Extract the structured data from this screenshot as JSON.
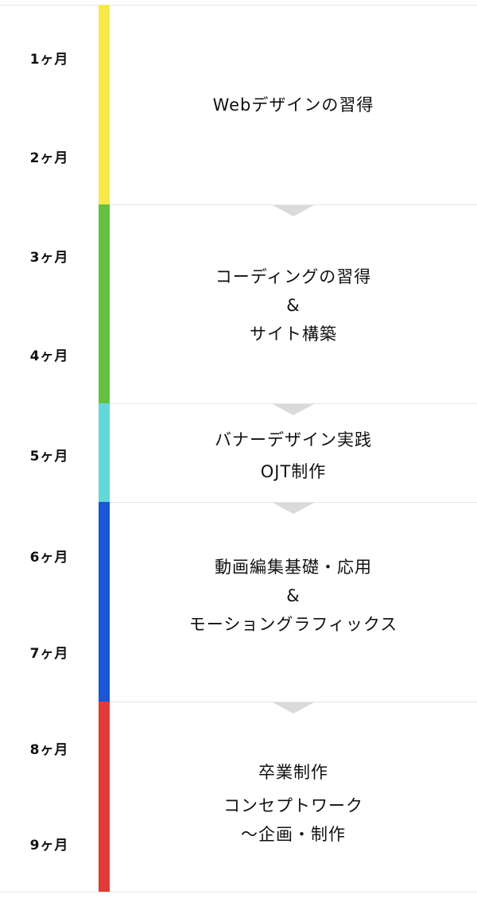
{
  "months": [
    "1ヶ月",
    "2ヶ月",
    "3ヶ月",
    "4ヶ月",
    "5ヶ月",
    "6ヶ月",
    "7ヶ月",
    "8ヶ月",
    "9ヶ月"
  ],
  "phases": [
    {
      "color": "#f7e94a",
      "lines": [
        "Webデザインの習得"
      ]
    },
    {
      "color": "#62c23f",
      "lines": [
        "コーディングの習得",
        "&",
        "サイト構築"
      ]
    },
    {
      "color": "#62d8d8",
      "lines": [
        "バナーデザイン実践",
        "OJT制作"
      ]
    },
    {
      "color": "#1b55d8",
      "lines": [
        "動画編集基礎・応用",
        "&",
        "モーショングラフィックス"
      ]
    },
    {
      "color": "#e23a36",
      "lines": [
        "卒業制作",
        "コンセプトワーク",
        "〜企画・制作"
      ]
    }
  ]
}
